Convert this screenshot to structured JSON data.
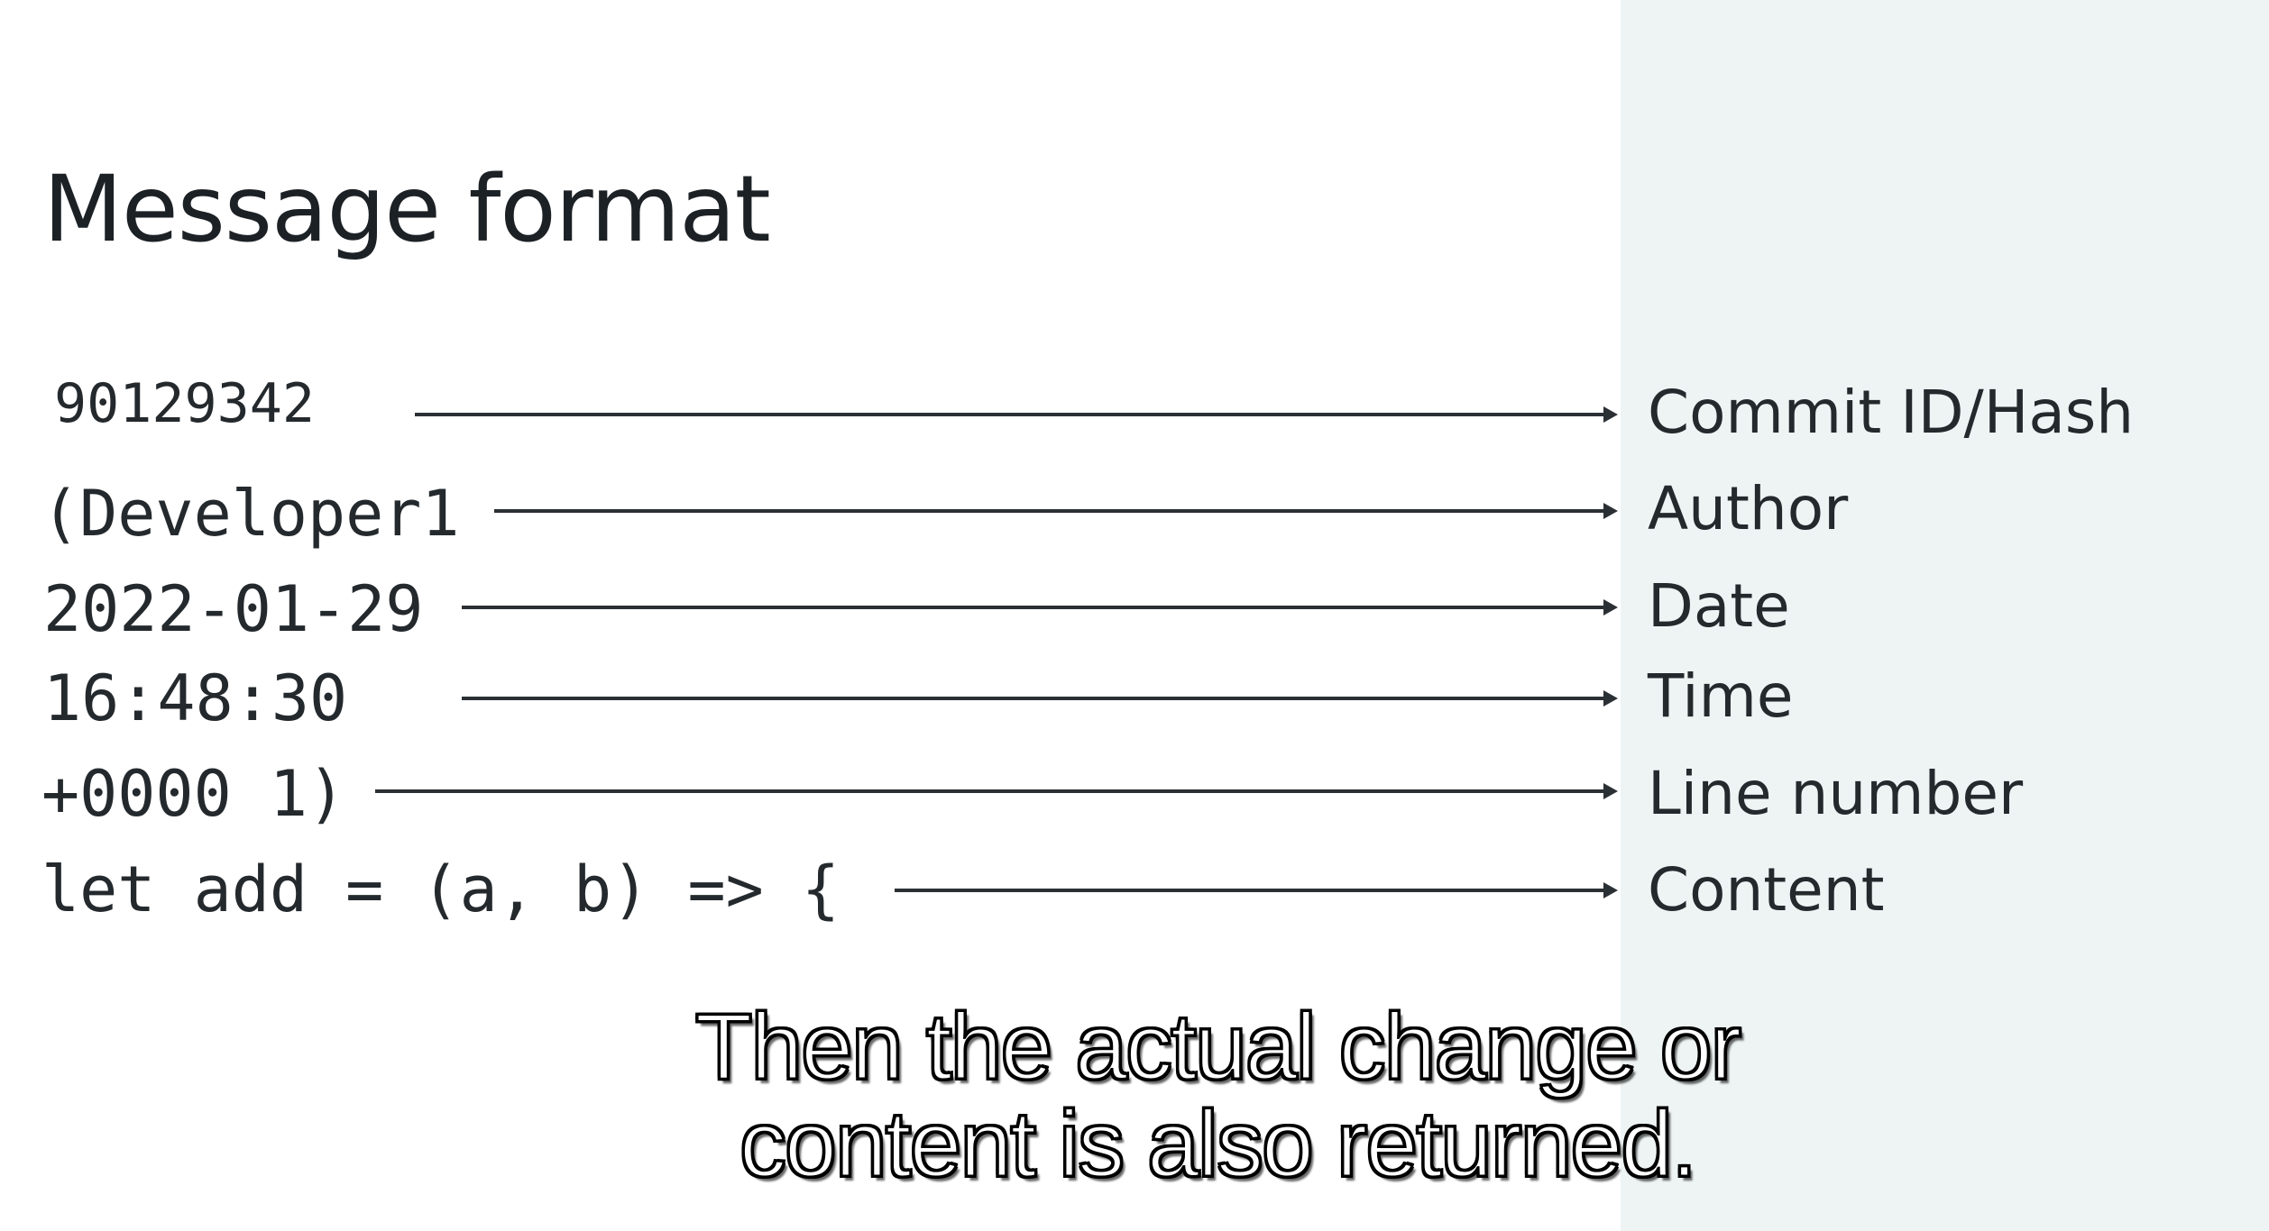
{
  "slide": {
    "title": "Message format",
    "rows": [
      {
        "code": "90129342",
        "label": "Commit ID/Hash"
      },
      {
        "code": "(Developer1",
        "label": "Author"
      },
      {
        "code": "2022-01-29",
        "label": "Date"
      },
      {
        "code": "16:48:30",
        "label": "Time"
      },
      {
        "code": "+0000 1)",
        "label": "Line number"
      },
      {
        "code": "let add = (a, b) => {",
        "label": "Content"
      }
    ]
  },
  "caption": {
    "line1": "Then the actual change or",
    "line2": "content is also returned."
  },
  "colors": {
    "background": "#ffffff",
    "right_panel": "#eef4f4",
    "text": "#24292d",
    "caption_fill": "#ffffff",
    "caption_outline": "#000000"
  }
}
